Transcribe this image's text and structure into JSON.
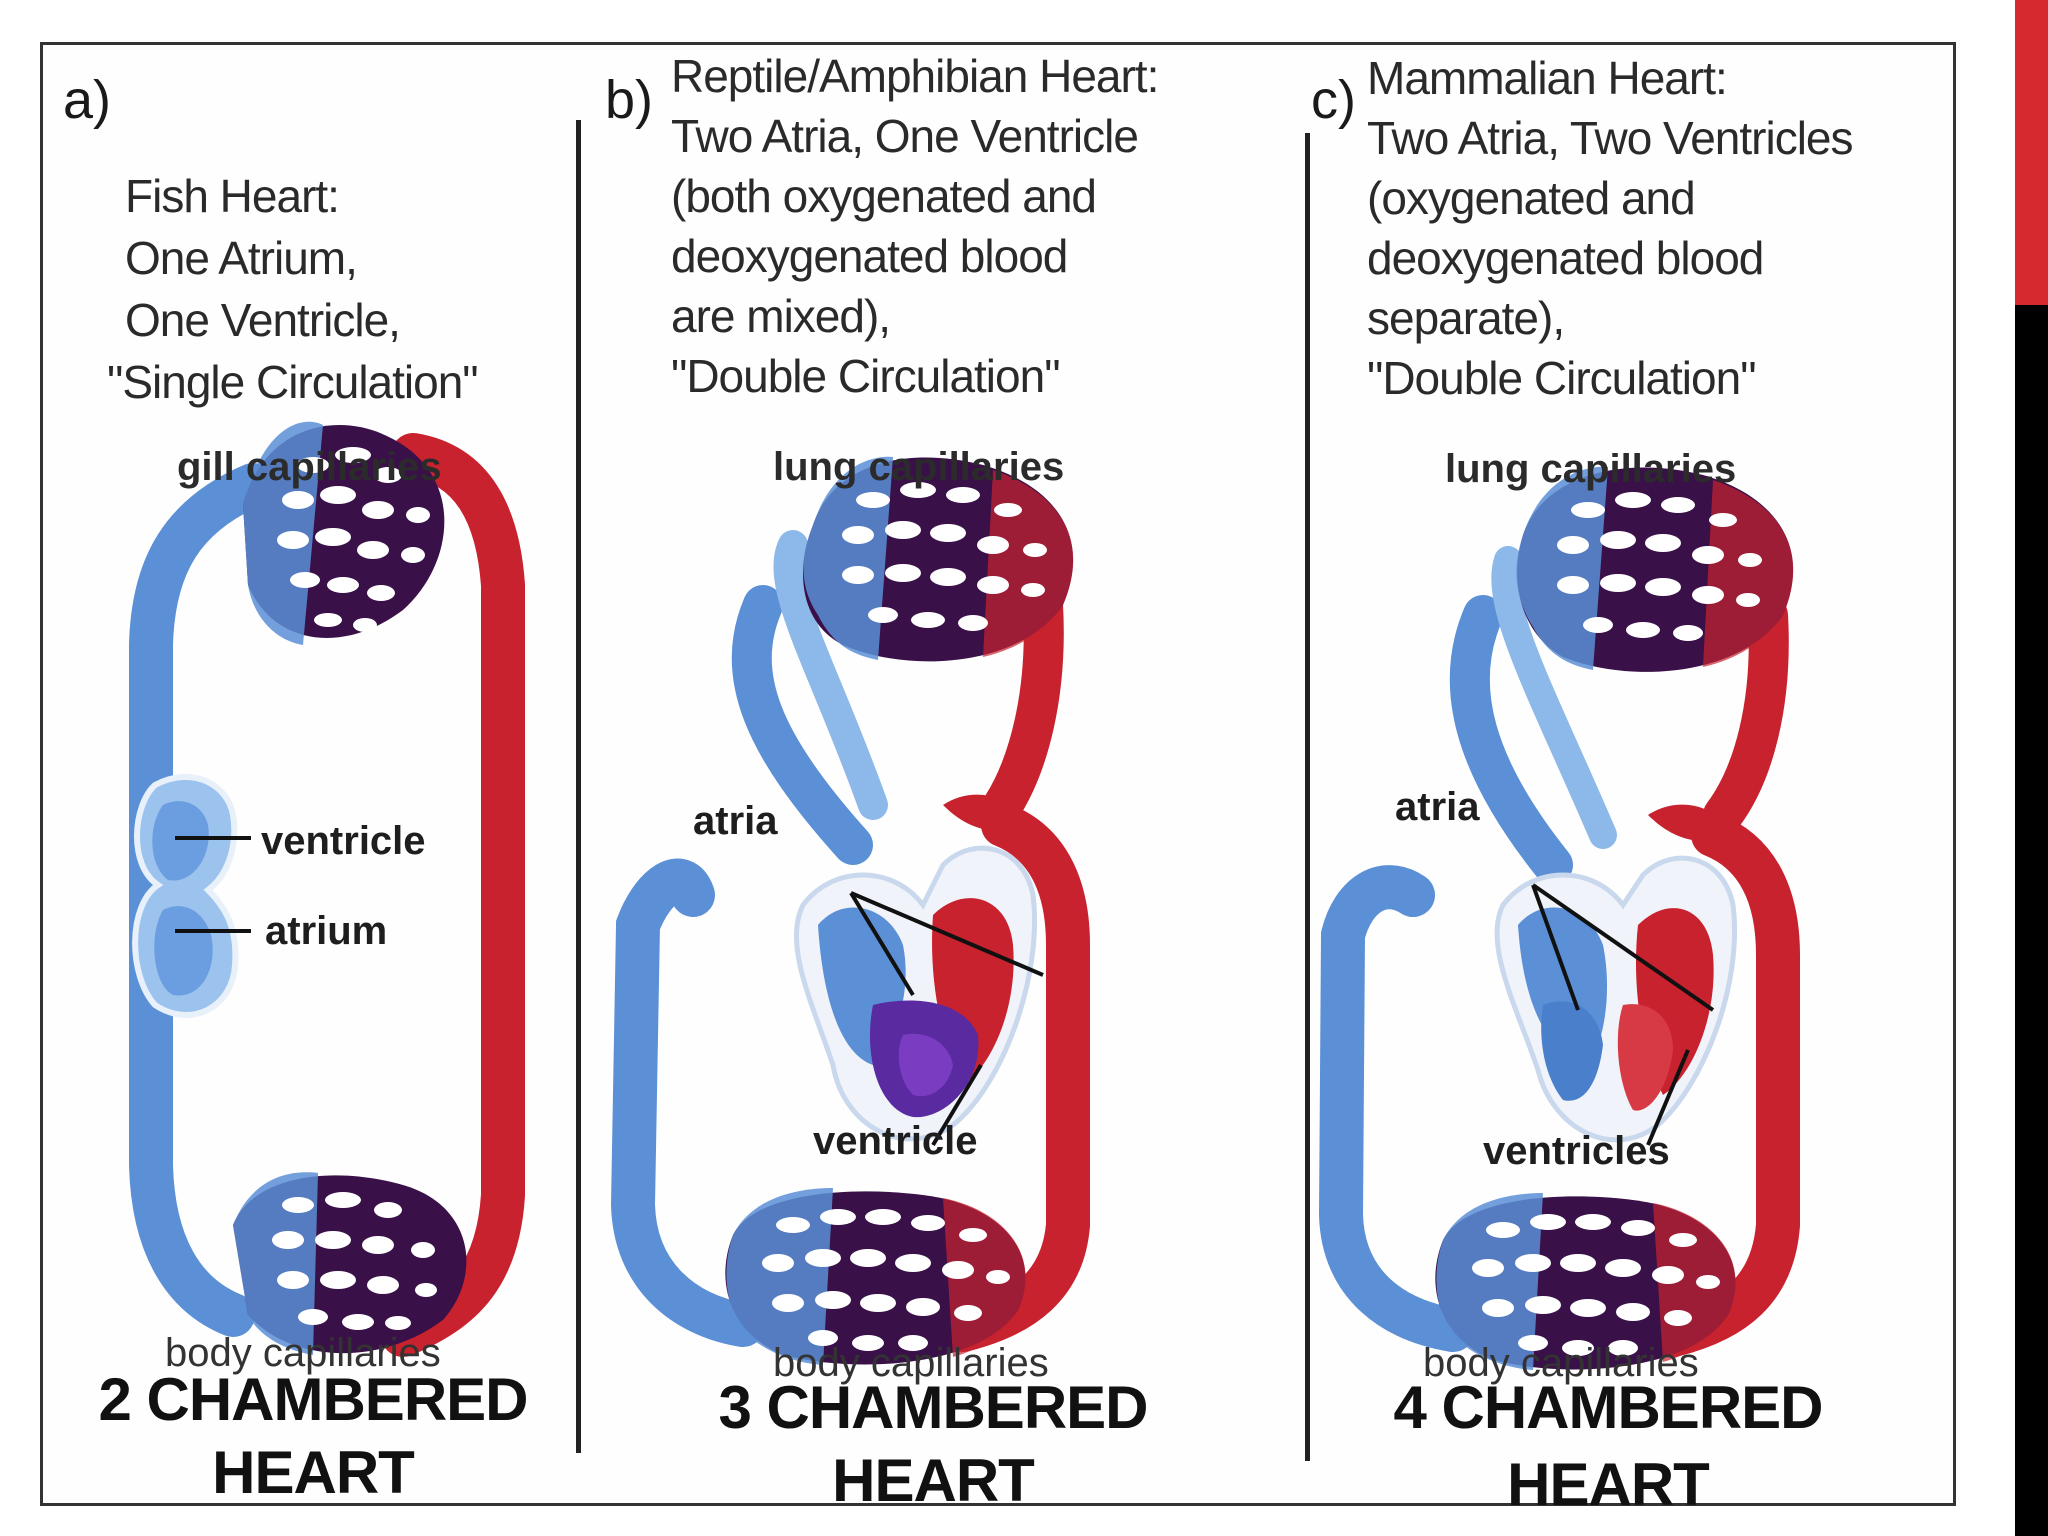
{
  "colors": {
    "deoxygenated": "#5b8fd6",
    "deoxygenated_light": "#8db8ea",
    "oxygenated": "#c8222f",
    "oxygenated_dark": "#8f1822",
    "mixed": "#5a2aa0",
    "capillary_dark": "#3a1048",
    "accent_red": "#d42a2f",
    "accent_black": "#000000"
  },
  "panels": [
    {
      "letter": "a)",
      "caption": [
        "Fish Heart:",
        "One Atrium,",
        "One Ventricle,",
        "\"Single Circulation\""
      ],
      "top_capillaries": "gill capillaries",
      "bottom_capillaries": "body capillaries",
      "parts": [
        "ventricle",
        "atrium"
      ],
      "title_line1": "2 CHAMBERED",
      "title_line2": "HEART"
    },
    {
      "letter": "b)",
      "caption": [
        "Reptile/Amphibian Heart:",
        "Two  Atria, One Ventricle",
        "(both oxygenated and",
        "deoxygenated blood",
        "are mixed),",
        "\"Double Circulation\""
      ],
      "top_capillaries": "lung capillaries",
      "bottom_capillaries": "body capillaries",
      "parts": [
        "atria",
        "ventricle"
      ],
      "title_line1": "3 CHAMBERED",
      "title_line2": "HEART"
    },
    {
      "letter": "c)",
      "caption": [
        "Mammalian Heart:",
        "Two  Atria, Two Ventricles",
        "(oxygenated and",
        "deoxygenated blood",
        "separate),",
        "\"Double Circulation\""
      ],
      "top_capillaries": "lung capillaries",
      "bottom_capillaries": "body capillaries",
      "parts": [
        "atria",
        "ventricles"
      ],
      "title_line1": "4 CHAMBERED",
      "title_line2": "HEART"
    }
  ]
}
